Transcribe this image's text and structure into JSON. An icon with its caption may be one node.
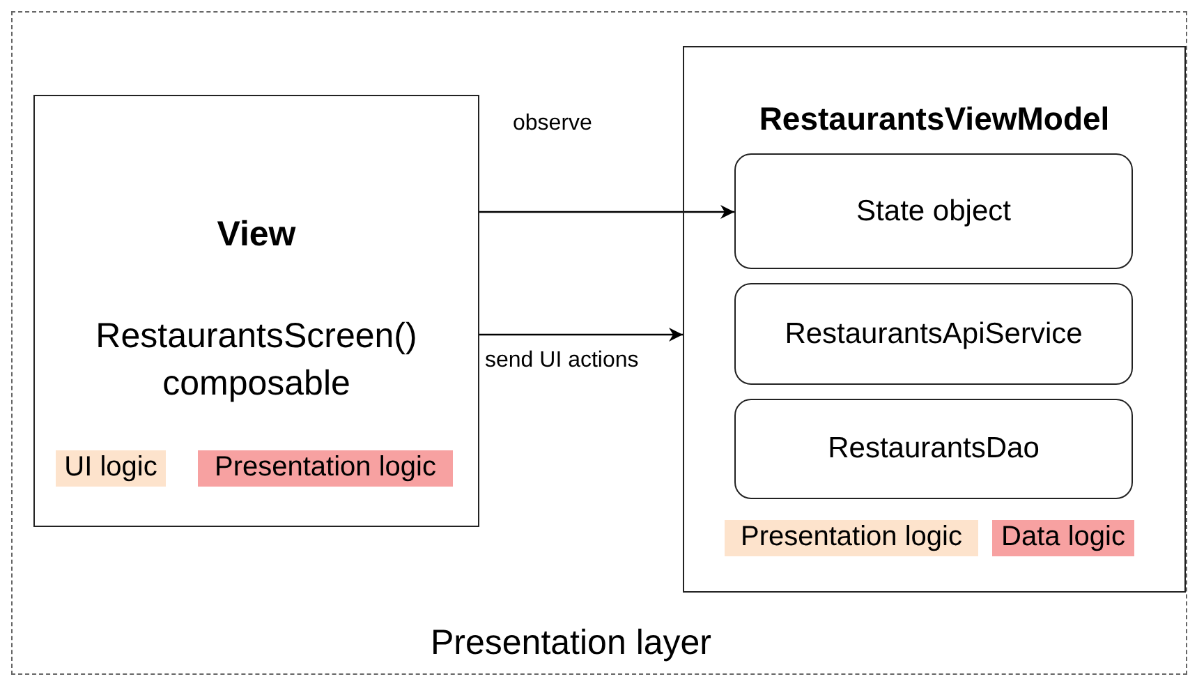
{
  "diagram": {
    "nodes": [
      {
        "text": [
          "Presentation layer"
        ]
      },
      {
        "text": [
          "View",
          "RestaurantsScreen() composable"
        ],
        "in": 0
      },
      {
        "text": [
          "UI logic"
        ],
        "in": 1
      },
      {
        "text": [
          "Presentation logic"
        ],
        "in": 1
      },
      {
        "text": [
          "RestaurantsViewModel"
        ],
        "in": 0
      },
      {
        "text": [
          "State object"
        ],
        "in": 4
      },
      {
        "text": [
          "RestaurantsApiService"
        ],
        "in": 4
      },
      {
        "text": [
          "RestaurantsDao"
        ],
        "in": 4
      },
      {
        "text": [
          "Presentation logic"
        ],
        "in": 4
      },
      {
        "text": [
          "Data logic"
        ],
        "in": 4
      }
    ],
    "edges": [
      {
        "from": 1,
        "to": 5,
        "arrow": "to",
        "label": "observe"
      },
      {
        "from": 1,
        "to": 4,
        "arrow": "to",
        "label": "send UI actions"
      }
    ]
  }
}
